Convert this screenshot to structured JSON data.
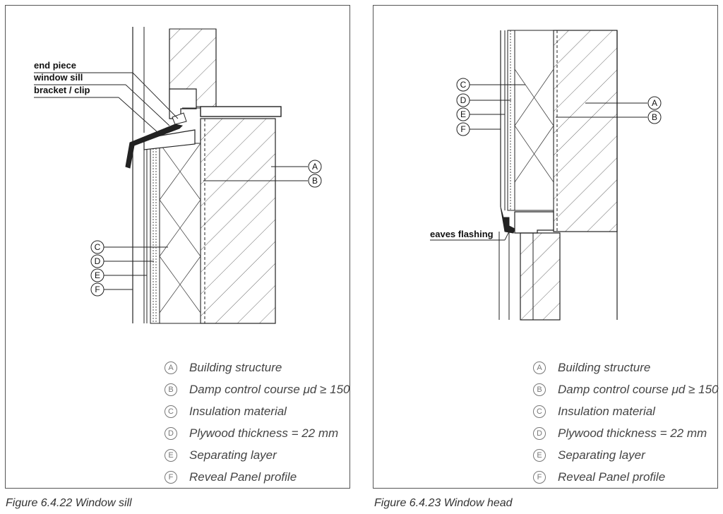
{
  "left_figure": {
    "caption": "Figure 6.4.22 Window sill",
    "callouts": {
      "end_piece": "end piece",
      "window_sill": "window sill",
      "bracket_clip": "bracket / clip"
    },
    "markers": [
      "A",
      "B",
      "C",
      "D",
      "E",
      "F"
    ],
    "legend": [
      {
        "key": "A",
        "text": "Building structure"
      },
      {
        "key": "B",
        "text": "Damp control course μd ≥ 150"
      },
      {
        "key": "C",
        "text": "Insulation material"
      },
      {
        "key": "D",
        "text": "Plywood thickness = 22 mm"
      },
      {
        "key": "E",
        "text": "Separating layer"
      },
      {
        "key": "F",
        "text": "Reveal Panel profile"
      }
    ]
  },
  "right_figure": {
    "caption": "Figure 6.4.23 Window head",
    "callouts": {
      "eaves_flashing": "eaves flashing"
    },
    "markers": [
      "A",
      "B",
      "C",
      "D",
      "E",
      "F"
    ],
    "legend": [
      {
        "key": "A",
        "text": "Building structure"
      },
      {
        "key": "B",
        "text": "Damp control course μd ≥ 150"
      },
      {
        "key": "C",
        "text": "Insulation material"
      },
      {
        "key": "D",
        "text": "Plywood thickness = 22 mm"
      },
      {
        "key": "E",
        "text": "Separating layer"
      },
      {
        "key": "F",
        "text": "Reveal Panel profile"
      }
    ]
  }
}
